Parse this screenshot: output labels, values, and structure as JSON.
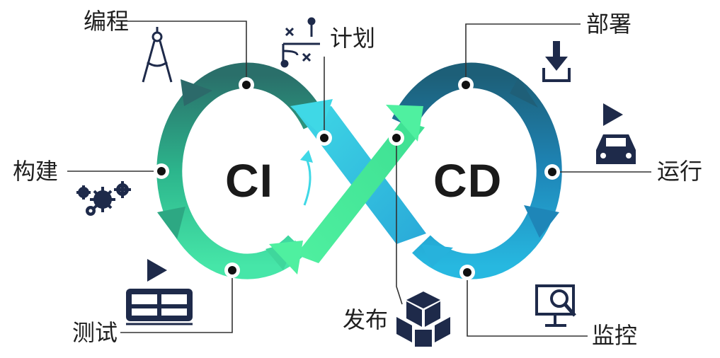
{
  "center": {
    "ci": "CI",
    "cd": "CD"
  },
  "stages": {
    "coding": "编程",
    "build": "构建",
    "test": "测试",
    "plan": "计划",
    "release": "发布",
    "deploy": "部署",
    "operate": "运行",
    "monitor": "监控"
  },
  "icons": [
    "compass-icon",
    "gears-icon",
    "play-icon",
    "server-rack-icon",
    "plan-board-icon",
    "boxes-icon",
    "download-icon",
    "car-icon",
    "monitor-search-icon"
  ],
  "colors": {
    "ci_top": "#2a6f6a",
    "ci_side": "#2cb58c",
    "ci_bottom": "#46e6a8",
    "cd_top": "#1d5f78",
    "cd_side": "#1e86b8",
    "cd_bottom": "#27b8e0",
    "cross_green": "#4dee9c",
    "cross_cyan": "#38d6e6",
    "icon": "#1e2a4a"
  }
}
